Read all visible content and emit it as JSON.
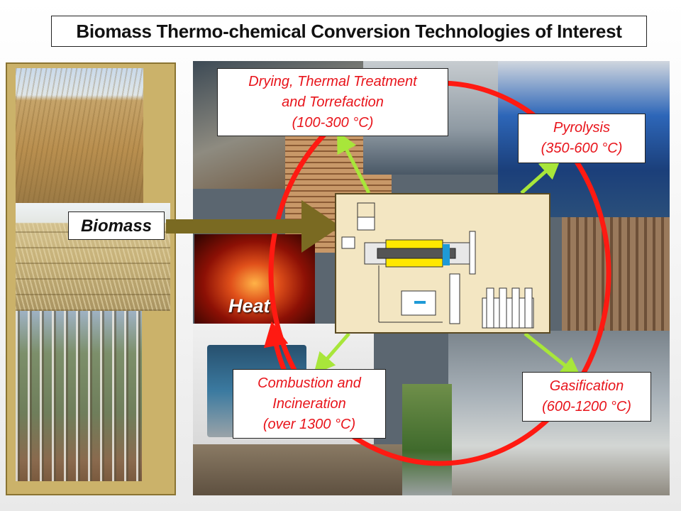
{
  "title": "Biomass Thermo-chemical Conversion Technologies of Interest",
  "input_label": "Biomass",
  "heat_label": "Heat",
  "processes": {
    "drying": {
      "line1": "Drying, Thermal Treatment",
      "line2": "and Torrefaction",
      "line3": "(100-300 °C)"
    },
    "pyrolysis": {
      "line1": "Pyrolysis",
      "line2": "(350-600 °C)"
    },
    "gasification": {
      "line1": "Gasification",
      "line2": "(600-1200 °C)"
    },
    "combustion": {
      "line1": "Combustion  and",
      "line2": "Incineration",
      "line3": "(over 1300 °C)"
    }
  },
  "colors": {
    "label_text": "#e8141b",
    "cycle_ring": "#ff1a12",
    "green_arrow": "#a8e63a",
    "olive_arrow": "#7a6a22",
    "panel_gold": "#cbb26a"
  },
  "icons": [
    "reactor-schematic",
    "flame-photo",
    "bale-photo",
    "forest-photo",
    "plant-photo"
  ]
}
